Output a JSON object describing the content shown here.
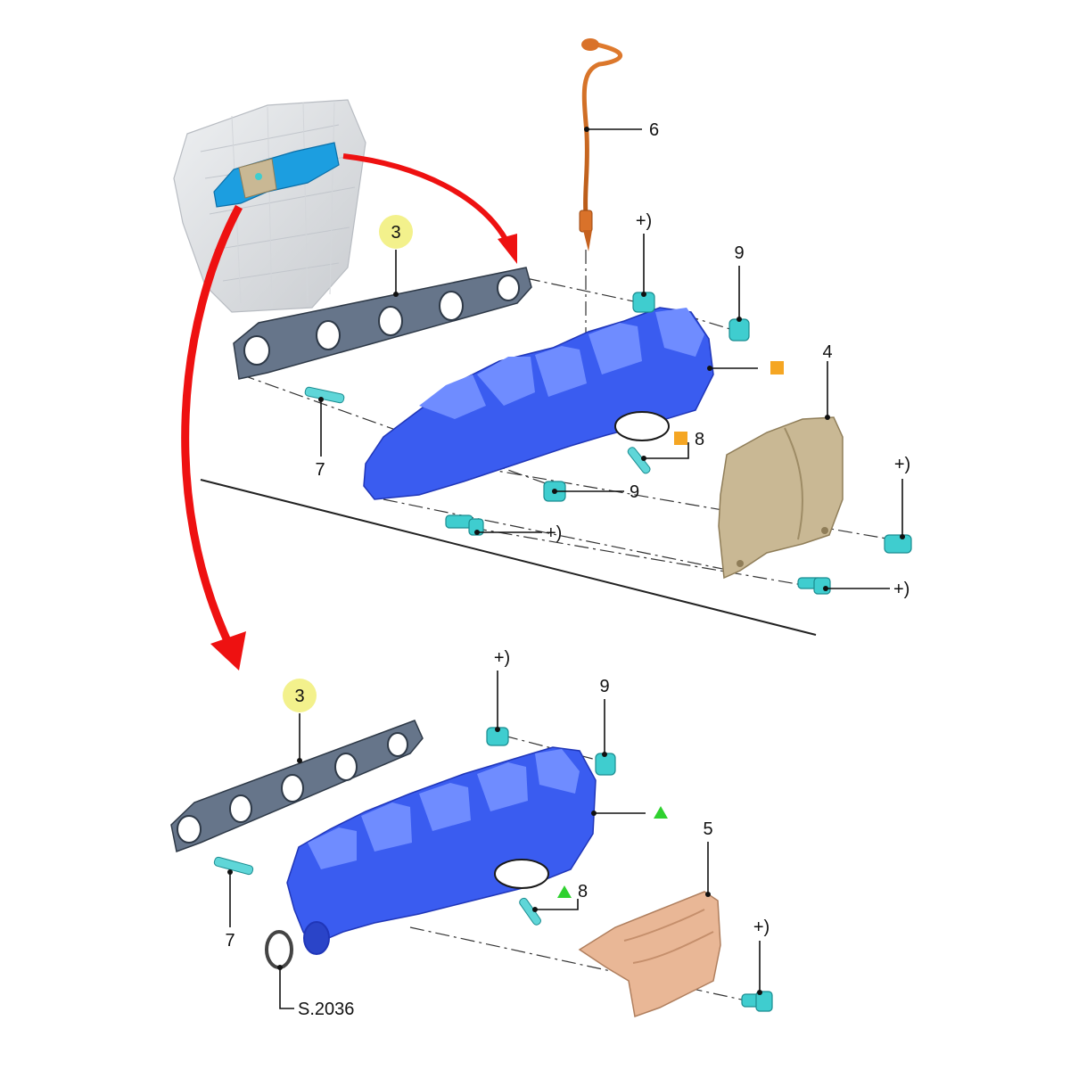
{
  "labels": {
    "callout_3_top": "3",
    "callout_3_bottom": "3",
    "part_4": "4",
    "part_5": "5",
    "part_6": "6",
    "part_7_top": "7",
    "part_7_bottom": "7",
    "part_8_top": "8",
    "part_8_bottom": "8",
    "part_9_top_right": "9",
    "part_9_top_middle": "9",
    "part_9_bottom": "9",
    "plus_top_bolt": "+)",
    "plus_top_front": "+)",
    "plus_shield4_right": "+)",
    "plus_shield4_bottom": "+)",
    "plus_bottom_bolt": "+)",
    "plus_shield5": "+)",
    "seal_ref": "S.2036"
  },
  "colors": {
    "manifold": "#3a5cf0",
    "gasket": "#66758a",
    "bolt": "#3fcdcf",
    "shield_upper": "#c9b894",
    "shield_lower": "#e9b796",
    "sensor": "#d9722a",
    "arrow": "#ee1111",
    "callout_bubble": "#f3f18c",
    "marker_square": "#f5a623",
    "marker_triangle": "#2fd12f"
  }
}
